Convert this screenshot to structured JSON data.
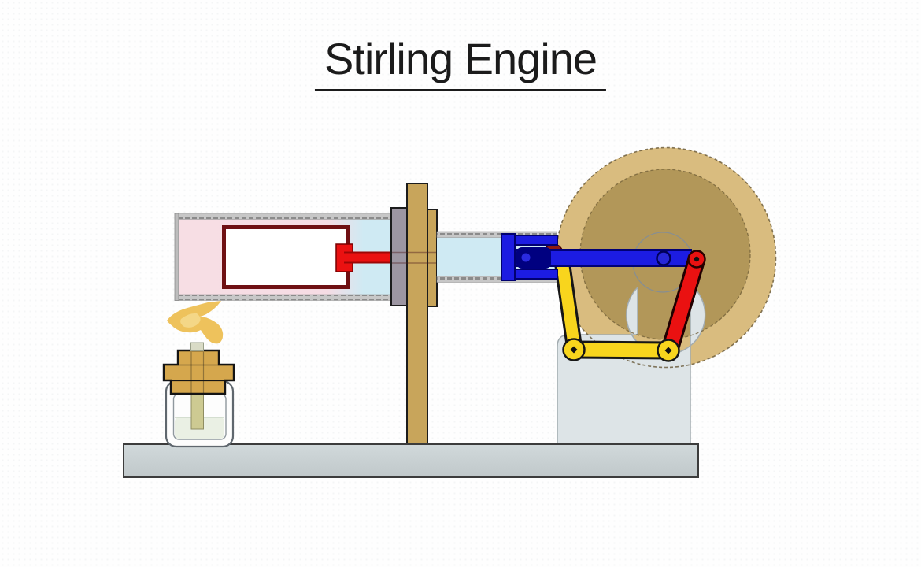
{
  "title": {
    "text": "Stirling Engine"
  },
  "diagram": {
    "type": "mechanical-diagram",
    "subject": "Stirling engine: spirit burner, displacer cylinder, power piston, yoke linkage and flywheel on a stand"
  },
  "palette": {
    "flywheel_rim": "#d9bc7f",
    "flywheel_disk": "#b29759",
    "stand_gray": "#dde4e7",
    "hot_end_pink": "#f6dde4",
    "cool_gas_blue": "#cfeaf3",
    "displacer_outline": "#6f1013",
    "red": "#ea1111",
    "blue": "#1c1ce2",
    "navy": "#000080",
    "yellow": "#f8d51d",
    "wood": "#c8a55b",
    "plate_gray": "#9d96a2",
    "base_gray": "#c9d1d3",
    "flame": "#eec25c",
    "flame_core": "#f5da8e",
    "cap": "#d5a74d",
    "wick": "#cdca92",
    "liquid": "#eaf0e4"
  }
}
